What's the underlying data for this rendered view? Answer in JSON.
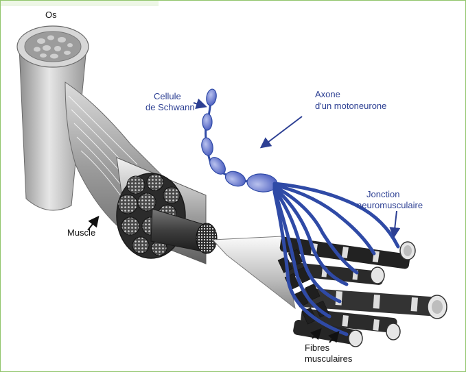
{
  "labels": {
    "os": "Os",
    "muscle": "Muscle",
    "schwann_line1": "Cellule",
    "schwann_line2": "de Schwann",
    "axone_line1": "Axone",
    "axone_line2": "d'un motoneurone",
    "jonction_line1": "Jonction",
    "jonction_line2": "neuromusculaire",
    "fibres_line1": "Fibres",
    "fibres_line2": "musculaires"
  },
  "colors": {
    "nerve": "#2f4aa6",
    "nerve_light": "#6f7fd0",
    "bone": "#bdbdbd",
    "muscle_dark": "#3a3a3a",
    "frame": "#8fc46a"
  }
}
